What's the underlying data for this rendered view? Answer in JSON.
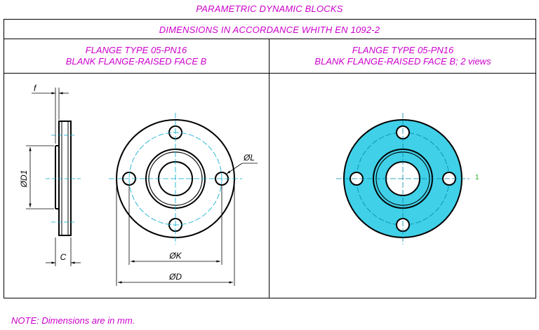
{
  "header": {
    "title": "PARAMETRIC DYNAMIC BLOCKS",
    "subtitle": "DIMENSIONS IN ACCORDANCE WHITH EN 1092-2"
  },
  "left_panel": {
    "caption_line1": "FLANGE TYPE 05-PN16",
    "caption_line2": "BLANK FLANGE-RAISED FACE B",
    "labels": {
      "f": "f",
      "D1": "ØD1",
      "C": "C",
      "L": "ØL",
      "K": "ØK",
      "D": "ØD"
    }
  },
  "right_panel": {
    "caption_line1": "FLANGE TYPE 05-PN16",
    "caption_line2": "BLANK FLANGE-RAISED FACE B; 2 views",
    "marker": "1"
  },
  "note": "NOTE: Dimensions are in mm.",
  "colors": {
    "magenta": "#cc00cc",
    "cyan_fill": "#40d0e8",
    "centerline": "#00aacc",
    "line": "#000000",
    "marker_green": "#22aa22"
  }
}
